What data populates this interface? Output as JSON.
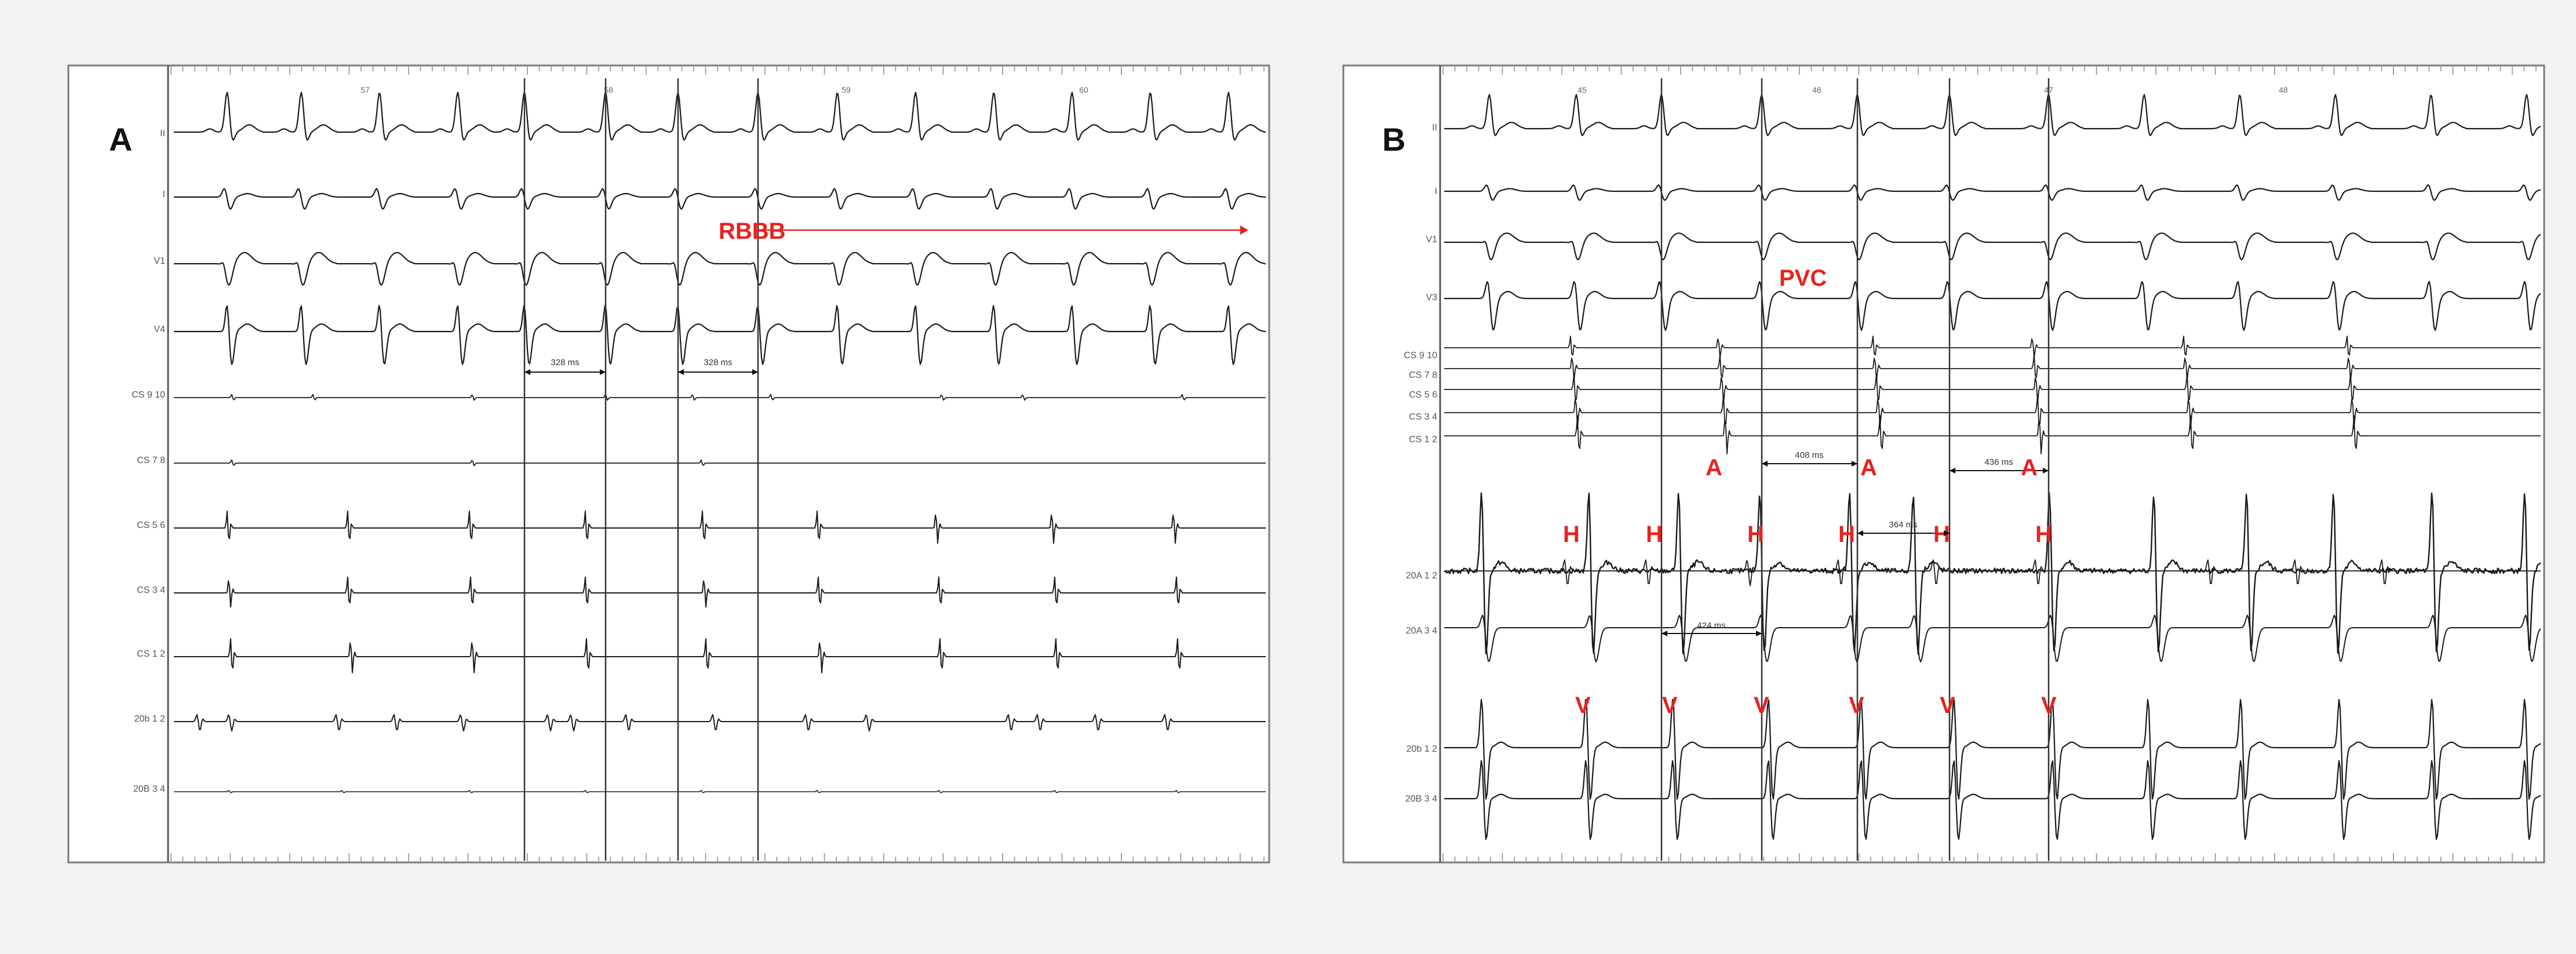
{
  "colors": {
    "background": "#f2f2f0",
    "panel": "#ffffff",
    "frame": "#7a7a7a",
    "trace": "#1a1a1a",
    "annotation": "#e8221d"
  },
  "panel_a": {
    "letter": "A",
    "leads": [
      "II",
      "I",
      "V1",
      "V4",
      "CS 9 10",
      "CS 7 8",
      "CS 5 6",
      "CS 3 4",
      "CS 1 2",
      "20b 1 2",
      "20B 3 4"
    ],
    "time_marks": [
      "57",
      "58",
      "59",
      "60"
    ],
    "intervals": [
      "328 ms",
      "328 ms"
    ],
    "rbbb_label": "RBBB"
  },
  "panel_b": {
    "letter": "B",
    "leads": [
      "II",
      "I",
      "V1",
      "V3",
      "CS 9 10",
      "CS 7 8",
      "CS 5 6",
      "CS 3 4",
      "CS 1 2",
      "20A 1 2",
      "20A 3 4",
      "20b 1 2",
      "20B 3 4"
    ],
    "time_marks": [
      "45",
      "46",
      "47",
      "48"
    ],
    "intervals": [
      "408 ms",
      "436 ms",
      "364 ms",
      "424 ms"
    ],
    "pvc_label": "PVC",
    "a_labels": [
      "A",
      "A",
      "A"
    ],
    "h_labels": [
      "H",
      "H",
      "H",
      "H",
      "H",
      "H"
    ],
    "v_labels": [
      "V",
      "V",
      "V",
      "V",
      "V",
      "V"
    ]
  }
}
